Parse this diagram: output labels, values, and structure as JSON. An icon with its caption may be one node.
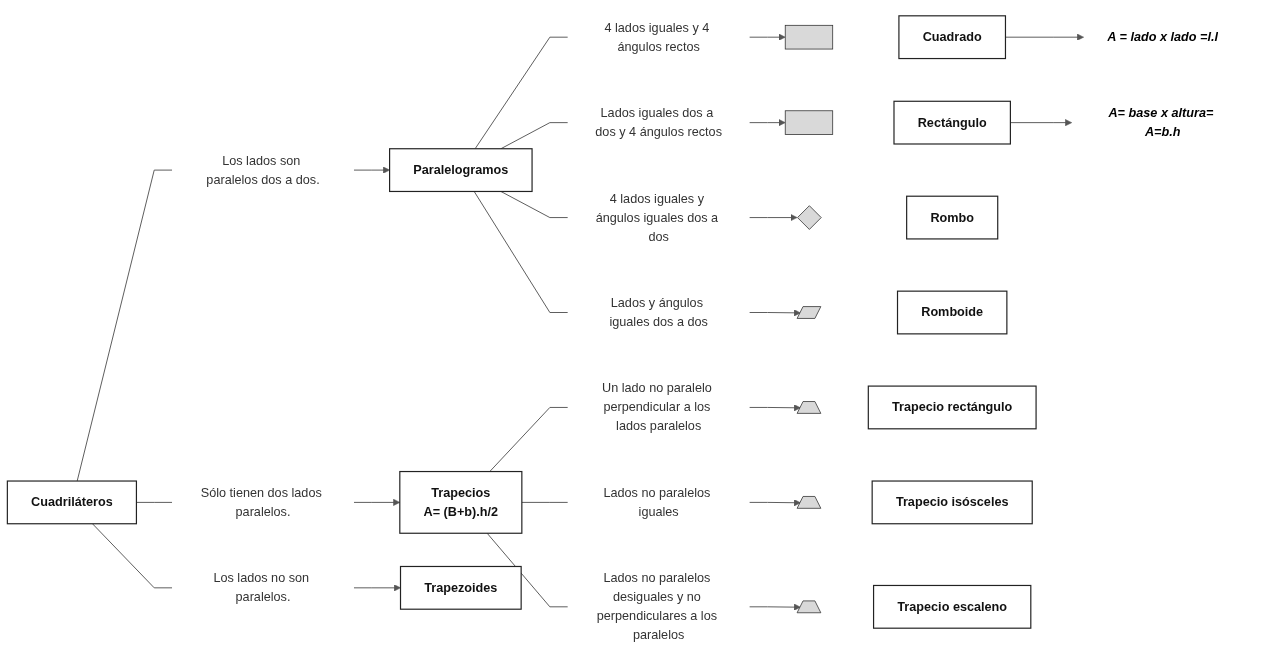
{
  "diagram": {
    "nodes": [
      {
        "text": [
          "Cuadriláteros"
        ]
      },
      {
        "text": [
          "Los lados son paralelos dos a dos."
        ]
      },
      {
        "text": [
          "Paralelogramos"
        ]
      },
      {
        "text": [
          "4 lados iguales y 4 ángulos rectos"
        ]
      },
      {
        "text": [],
        "shape": "box"
      },
      {
        "text": [
          "Cuadrado"
        ]
      },
      {
        "text": [
          "A = lado x lado =l.l"
        ]
      },
      {
        "text": [
          "Lados iguales dos a dos y 4 ángulos rectos"
        ]
      },
      {
        "text": [],
        "shape": "box"
      },
      {
        "text": [
          "Rectángulo"
        ]
      },
      {
        "text": [
          "A= base x altura= A=b.h"
        ]
      },
      {
        "text": [
          "4 lados iguales y ángulos iguales dos a dos"
        ]
      },
      {
        "text": [],
        "shape": "diamond"
      },
      {
        "text": [
          "Rombo"
        ]
      },
      {
        "text": [
          "Lados y ángulos iguales dos a dos"
        ]
      },
      {
        "text": [],
        "shape": "parallelogram"
      },
      {
        "text": [
          "Romboide"
        ]
      },
      {
        "text": [
          "Sólo tienen dos lados paralelos."
        ]
      },
      {
        "text": [
          "Trapecios",
          "A= (B+b).h/2"
        ]
      },
      {
        "text": [
          "Un lado no paralelo perpendicular a los lados paralelos"
        ]
      },
      {
        "text": [],
        "shape": "trapezoid"
      },
      {
        "text": [
          "Trapecio rectángulo"
        ]
      },
      {
        "text": [
          "Lados no paralelos iguales"
        ]
      },
      {
        "text": [],
        "shape": "trapezoid"
      },
      {
        "text": [
          "Trapecio isósceles"
        ]
      },
      {
        "text": [
          "Lados no paralelos desiguales y no perpendiculares a los paralelos"
        ]
      },
      {
        "text": [],
        "shape": "trapezoid"
      },
      {
        "text": [
          "Trapecio escaleno"
        ]
      },
      {
        "text": [
          "Los lados no son paralelos."
        ]
      },
      {
        "text": [
          "Trapezoides"
        ]
      }
    ],
    "edges": [
      {
        "from": 0,
        "to": 1,
        "arrow": "none"
      },
      {
        "from": 1,
        "to": 2,
        "arrow": "to"
      },
      {
        "from": 2,
        "to": 3,
        "arrow": "none"
      },
      {
        "from": 3,
        "to": 4,
        "arrow": "to"
      },
      {
        "from": 5,
        "to": 6,
        "arrow": "to"
      },
      {
        "from": 2,
        "to": 7,
        "arrow": "none"
      },
      {
        "from": 7,
        "to": 8,
        "arrow": "to"
      },
      {
        "from": 9,
        "to": 10,
        "arrow": "to"
      },
      {
        "from": 2,
        "to": 11,
        "arrow": "none"
      },
      {
        "from": 11,
        "to": 12,
        "arrow": "to"
      },
      {
        "from": 2,
        "to": 14,
        "arrow": "none"
      },
      {
        "from": 14,
        "to": 15,
        "arrow": "to"
      },
      {
        "from": 0,
        "to": 17,
        "arrow": "none"
      },
      {
        "from": 17,
        "to": 18,
        "arrow": "to"
      },
      {
        "from": 18,
        "to": 19,
        "arrow": "none"
      },
      {
        "from": 19,
        "to": 20,
        "arrow": "to"
      },
      {
        "from": 18,
        "to": 22,
        "arrow": "none"
      },
      {
        "from": 22,
        "to": 23,
        "arrow": "to"
      },
      {
        "from": 18,
        "to": 25,
        "arrow": "none"
      },
      {
        "from": 25,
        "to": 26,
        "arrow": "to"
      },
      {
        "from": 0,
        "to": 28,
        "arrow": "none"
      },
      {
        "from": 28,
        "to": 29,
        "arrow": "to"
      }
    ]
  }
}
